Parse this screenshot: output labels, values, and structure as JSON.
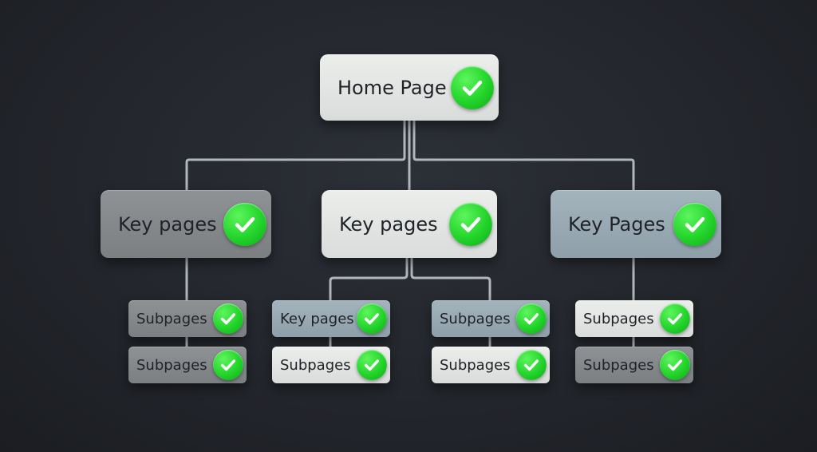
{
  "diagram": {
    "root": {
      "label": "Home Page"
    },
    "branches": [
      {
        "label": "Key pages",
        "children": [
          {
            "label": "Subpages"
          },
          {
            "label": "Subpages"
          }
        ]
      },
      {
        "label": "Key pages",
        "children": [
          {
            "label": "Key pages"
          },
          {
            "label": "Subpages"
          },
          {
            "label": "Subpages"
          },
          {
            "label": "Subpages"
          }
        ]
      },
      {
        "label": "Key Pages",
        "children": [
          {
            "label": "Subpages"
          },
          {
            "label": "Subpages"
          }
        ]
      }
    ]
  },
  "colors": {
    "background": "#23262c",
    "connector": "#c9cfd3",
    "check": "#22d42a",
    "light_box": "#e3e5e3",
    "gray_box": "#858a8c",
    "blue_box": "#9aabb4"
  }
}
